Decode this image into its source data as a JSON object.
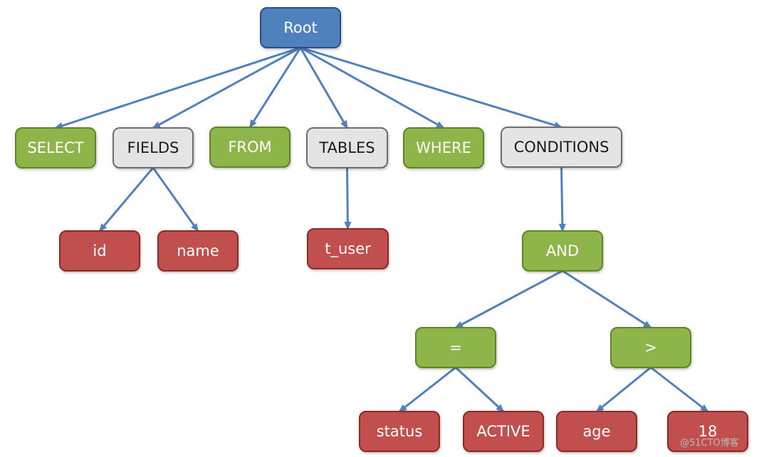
{
  "colors": {
    "edge": "#4f81bd",
    "blue_fill": "#4f81bd",
    "blue_stroke": "#2a4f86",
    "green_fill": "#8db54a",
    "green_stroke": "#5e8527",
    "gray_fill": "#e4e4e4",
    "gray_stroke": "#6e6e6e",
    "red_fill": "#c0504d",
    "red_stroke": "#8a2b28"
  },
  "nodes": [
    {
      "id": "root",
      "label": "Root",
      "kind": "blue"
    },
    {
      "id": "select",
      "label": "SELECT",
      "kind": "green"
    },
    {
      "id": "fields",
      "label": "FIELDS",
      "kind": "gray"
    },
    {
      "id": "from",
      "label": "FROM",
      "kind": "green"
    },
    {
      "id": "tables",
      "label": "TABLES",
      "kind": "gray"
    },
    {
      "id": "where",
      "label": "WHERE",
      "kind": "green"
    },
    {
      "id": "conditions",
      "label": "CONDITIONS",
      "kind": "gray"
    },
    {
      "id": "id",
      "label": "id",
      "kind": "red"
    },
    {
      "id": "name",
      "label": "name",
      "kind": "red"
    },
    {
      "id": "t_user",
      "label": "t_user",
      "kind": "red"
    },
    {
      "id": "and",
      "label": "AND",
      "kind": "green"
    },
    {
      "id": "eq",
      "label": "=",
      "kind": "green"
    },
    {
      "id": "gt",
      "label": ">",
      "kind": "green"
    },
    {
      "id": "status",
      "label": "status",
      "kind": "red"
    },
    {
      "id": "active",
      "label": "ACTIVE",
      "kind": "red"
    },
    {
      "id": "age",
      "label": "age",
      "kind": "red"
    },
    {
      "id": "n18",
      "label": "18",
      "kind": "red"
    }
  ],
  "edges": [
    {
      "from": "root",
      "to": "select"
    },
    {
      "from": "root",
      "to": "fields"
    },
    {
      "from": "root",
      "to": "from"
    },
    {
      "from": "root",
      "to": "tables"
    },
    {
      "from": "root",
      "to": "where"
    },
    {
      "from": "root",
      "to": "conditions"
    },
    {
      "from": "fields",
      "to": "id"
    },
    {
      "from": "fields",
      "to": "name"
    },
    {
      "from": "tables",
      "to": "t_user"
    },
    {
      "from": "conditions",
      "to": "and"
    },
    {
      "from": "and",
      "to": "eq"
    },
    {
      "from": "and",
      "to": "gt"
    },
    {
      "from": "eq",
      "to": "status"
    },
    {
      "from": "eq",
      "to": "active"
    },
    {
      "from": "gt",
      "to": "age"
    },
    {
      "from": "gt",
      "to": "n18"
    }
  ],
  "watermark": "@51CTO博客"
}
